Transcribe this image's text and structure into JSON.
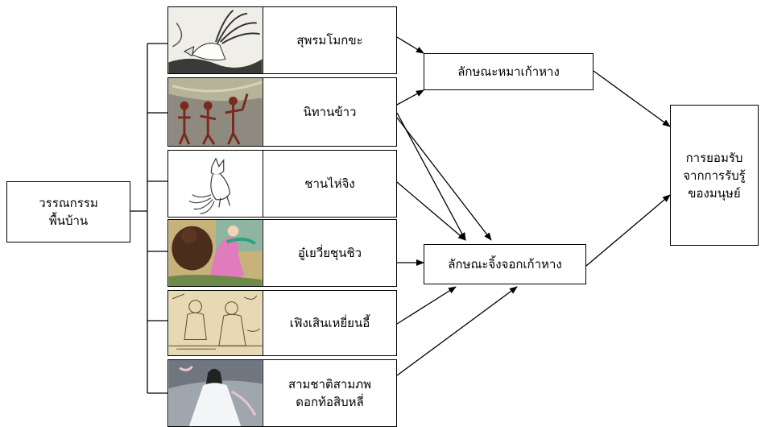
{
  "root": {
    "label": "วรรณกรรม\nพื้นบ้าน"
  },
  "stories": [
    {
      "label": "สุพรมโมกขะ",
      "icon": "nine-tailed-fox-sketch"
    },
    {
      "label": "นิทานข้าว",
      "icon": "cave-painting-figures"
    },
    {
      "label": "ชานไห่จิง",
      "icon": "fox-line-drawing"
    },
    {
      "label": "อู๋เยวี่ยชุนชิว",
      "icon": "dancer-and-bear-painting"
    },
    {
      "label": "เฟิงเสินเหยี่ยนอี้",
      "icon": "ink-scroll-figures"
    },
    {
      "label": "สามชาติสามภพ\nดอกท้อสิบหลี่",
      "icon": "white-robed-immortal"
    }
  ],
  "traits": {
    "dog": {
      "label": "ลักษณะหมาเก้าหาง"
    },
    "fox": {
      "label": "ลักษณะจิ้งจอกเก้าหาง"
    }
  },
  "result": {
    "label": "การยอมรับ\nจากการรับรู้\nของมนุษย์"
  },
  "colors": {
    "line": "#000000",
    "box_border": "#000000",
    "background": "#ffffff"
  }
}
